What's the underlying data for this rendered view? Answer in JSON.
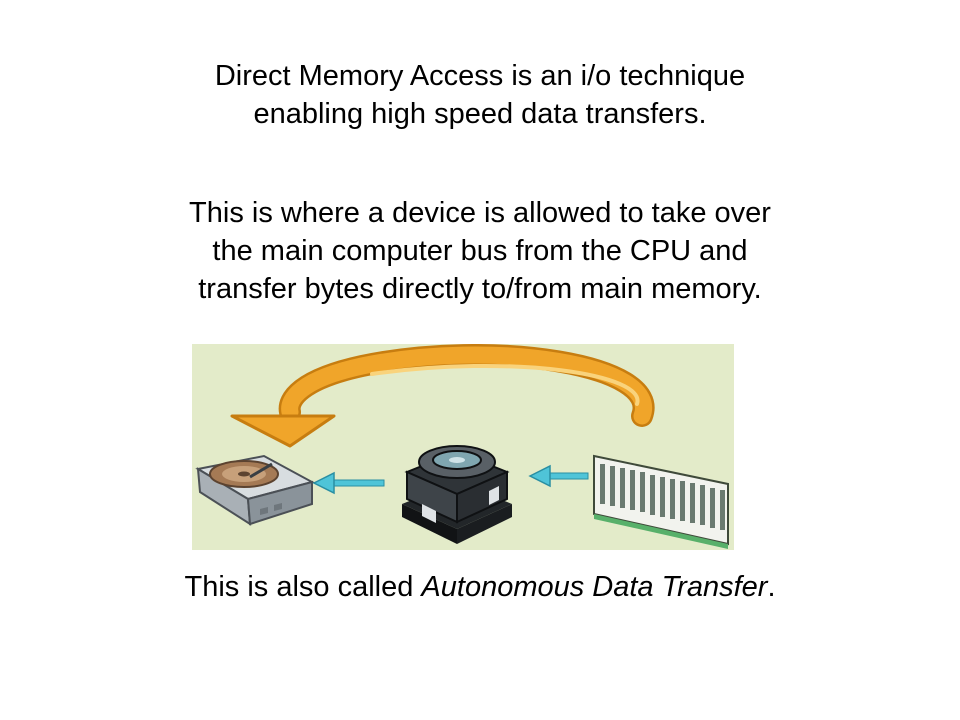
{
  "slide": {
    "intro_lines": [
      "Direct Memory Access is an i/o technique",
      "enabling high speed data transfers."
    ],
    "detail_lines": [
      "This is where a device is allowed to take over",
      "the main computer bus from the CPU and",
      "transfer bytes directly to/from main memory."
    ],
    "footer": {
      "prefix": "This is also called ",
      "emphasis": "Autonomous Data Transfer",
      "suffix": "."
    }
  },
  "figure": {
    "background": "#e3ebc9",
    "arrow_color": "#f0a52a",
    "connector_color": "#4fc4d8",
    "icons": [
      "hard-disk-icon",
      "cpu-heatsink-icon",
      "memory-module-icon"
    ]
  }
}
